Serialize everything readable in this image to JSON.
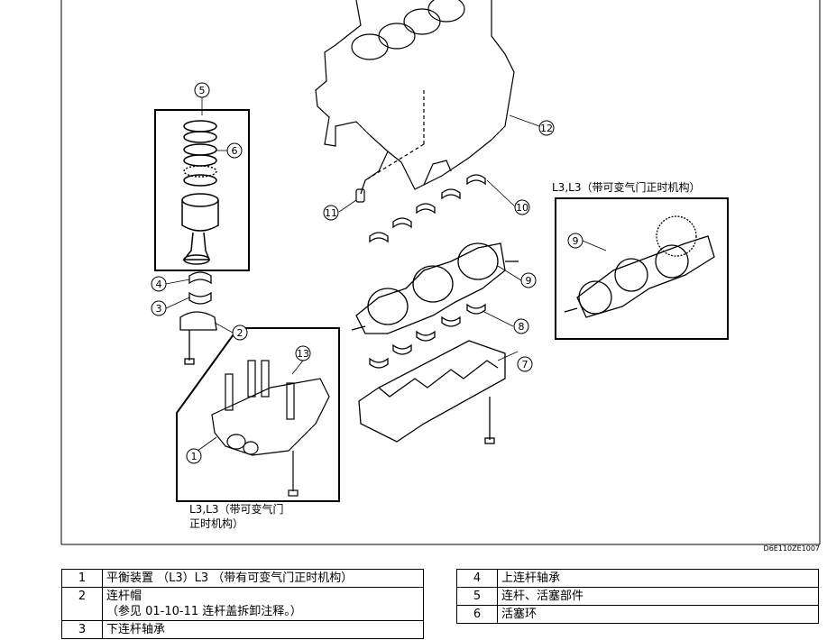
{
  "diagram": {
    "inset_right_caption": "L3,L3（带可变气门正时机构）",
    "inset_left_caption_line1": "L3,L3（带可变气门",
    "inset_left_caption_line2": "正时机构）",
    "callouts": [
      "1",
      "2",
      "3",
      "4",
      "5",
      "6",
      "7",
      "8",
      "9",
      "9",
      "10",
      "11",
      "12",
      "13"
    ],
    "figure_code": "D6E110ZE1007"
  },
  "legend_left": [
    {
      "num": "1",
      "text": "平衡装置 （L3）L3 （带有可变气门正时机构）",
      "note": ""
    },
    {
      "num": "2",
      "text": "连杆帽",
      "note": "（参见 01-10-11 连杆盖拆卸注释。）"
    },
    {
      "num": "3",
      "text": "下连杆轴承",
      "note": ""
    }
  ],
  "legend_right": [
    {
      "num": "4",
      "text": "上连杆轴承"
    },
    {
      "num": "5",
      "text": "连杆、活塞部件"
    },
    {
      "num": "6",
      "text": "活塞环"
    }
  ]
}
